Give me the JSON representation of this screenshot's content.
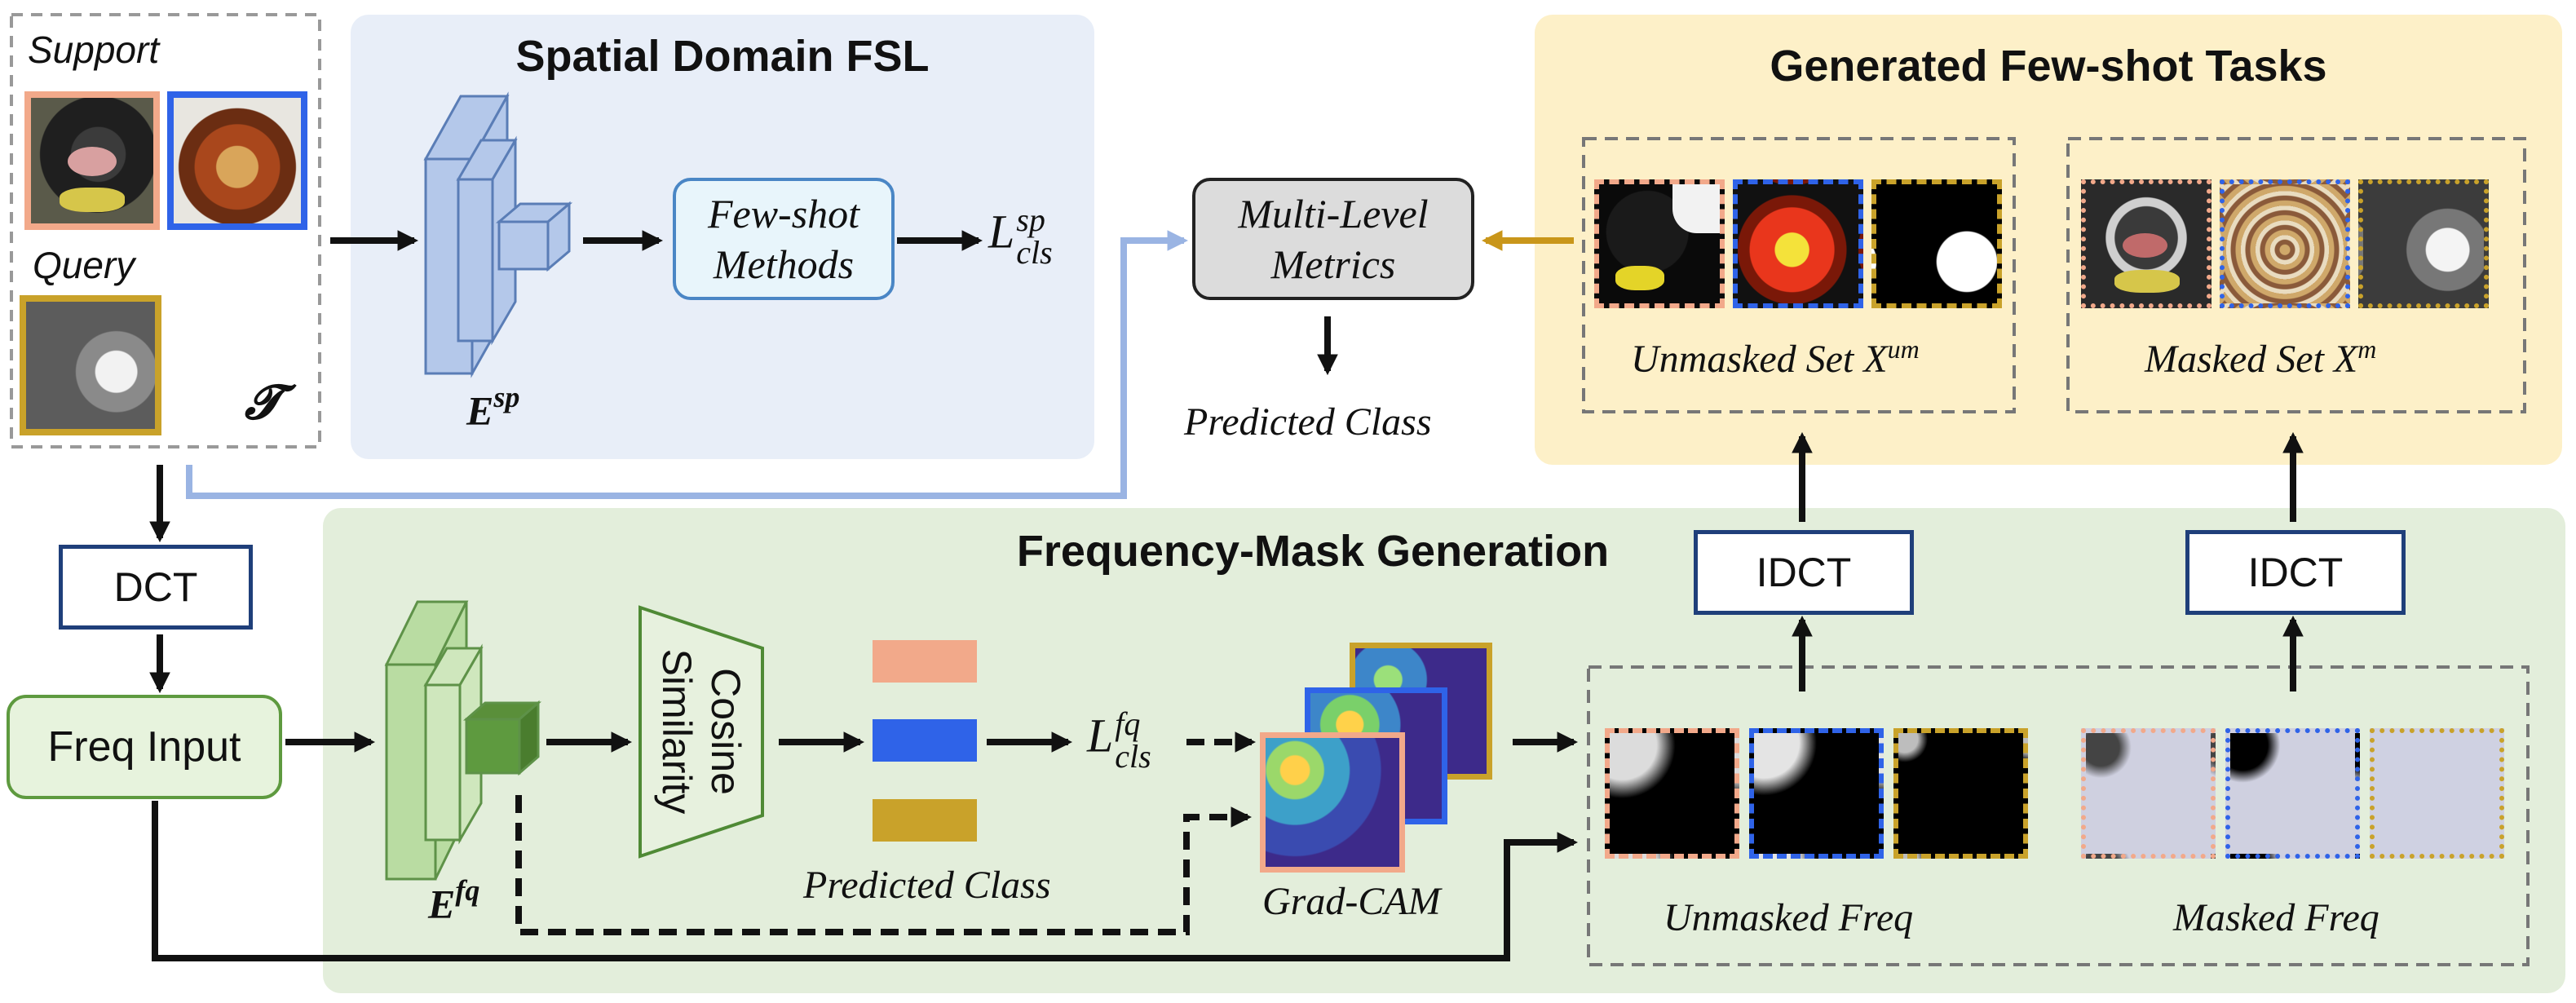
{
  "task": {
    "support_label": "Support",
    "query_label": "Query",
    "symbol": "𝓣"
  },
  "spatial": {
    "title": "Spatial Domain FSL",
    "encoder_label": {
      "base": "E",
      "sup": "sp"
    },
    "methods_line1": "Few-shot",
    "methods_line2": "Methods",
    "loss": {
      "base": "L",
      "sup": "sp",
      "sub": "cls"
    }
  },
  "metrics": {
    "line1": "Multi-Level",
    "line2": "Metrics",
    "predicted": "Predicted Class"
  },
  "generated": {
    "title": "Generated Few-shot Tasks",
    "unmasked_set": {
      "text": "Unmasked Set ",
      "var": "X",
      "sup": "um"
    },
    "masked_set": {
      "text": "Masked Set ",
      "var": "X",
      "sup": "m"
    }
  },
  "freq": {
    "title": "Frequency-Mask Generation",
    "dct": "DCT",
    "input": "Freq Input",
    "encoder_label": {
      "base": "E",
      "sup": "fq"
    },
    "cosine_line1": "Cosine",
    "cosine_line2": "Similarity",
    "predicted": "Predicted Class",
    "loss": {
      "base": "L",
      "sup": "fq",
      "sub": "cls"
    },
    "gradcam": "Grad-CAM",
    "idct": "IDCT",
    "unmasked_freq": "Unmasked Freq",
    "masked_freq": "Masked Freq"
  },
  "colors": {
    "class_a": "#f2a98a",
    "class_b": "#2f63e8",
    "class_c": "#c9a22a",
    "spatial_bg": "#e8eef8",
    "freq_bg": "#e3eedb",
    "generated_bg": "#fdf0c8",
    "encoder_blue": "#b4c8ea",
    "encoder_green": "#b9dca2",
    "arrow_blue": "#9ab4e3",
    "arrow_gold": "#c9961a"
  }
}
